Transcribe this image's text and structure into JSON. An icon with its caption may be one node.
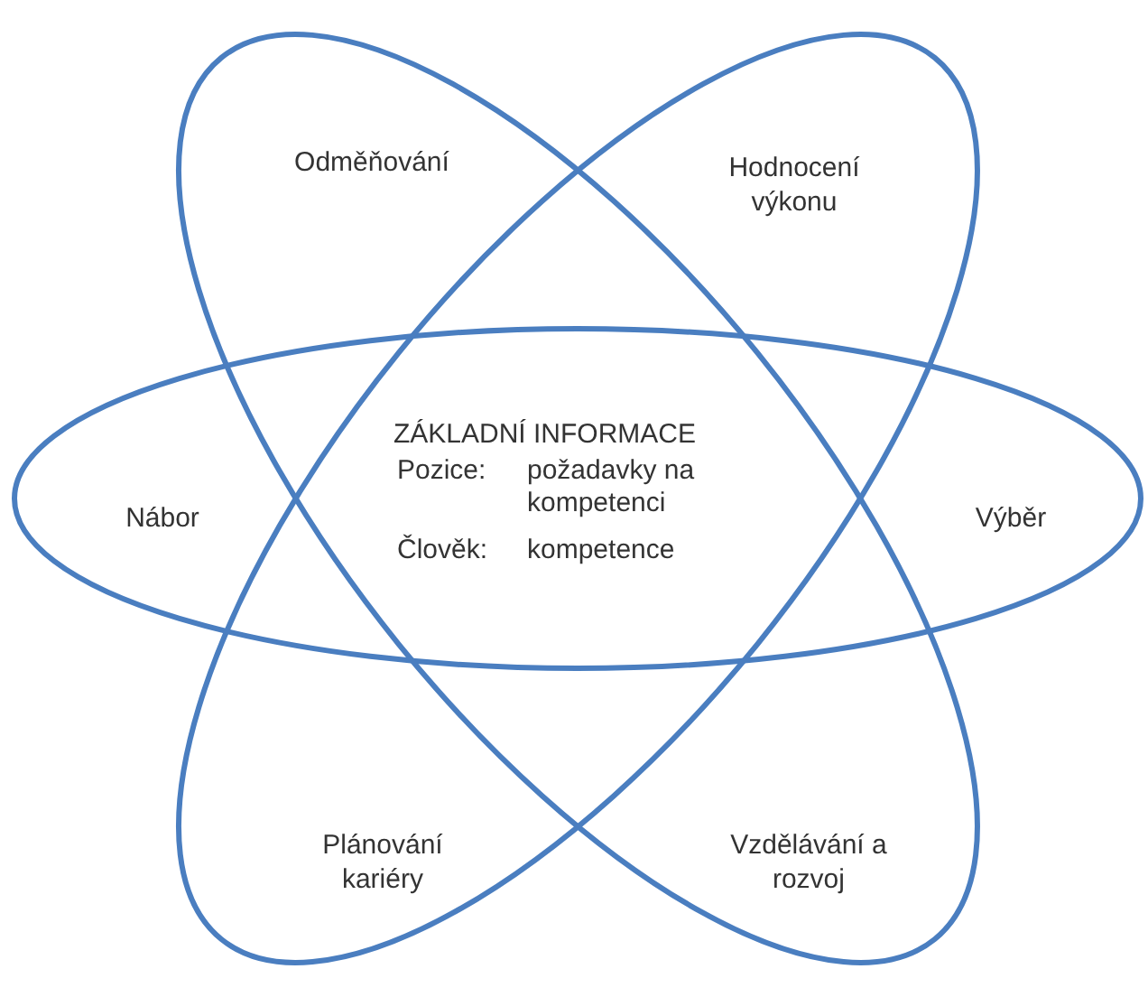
{
  "diagram": {
    "nodes": [
      {
        "text": [
          "Nábor",
          "Výběr"
        ]
      },
      {
        "text": [
          "Odměňování",
          "Vzdělávání a rozvoj"
        ]
      },
      {
        "text": [
          "Hodnocení výkonu",
          "Plánování kariéry"
        ]
      }
    ],
    "labels": [
      "ZÁKLADNÍ INFORMACE",
      "Pozice:",
      "požadavky na kompetenci",
      "Člověk:",
      "kompetence"
    ]
  }
}
